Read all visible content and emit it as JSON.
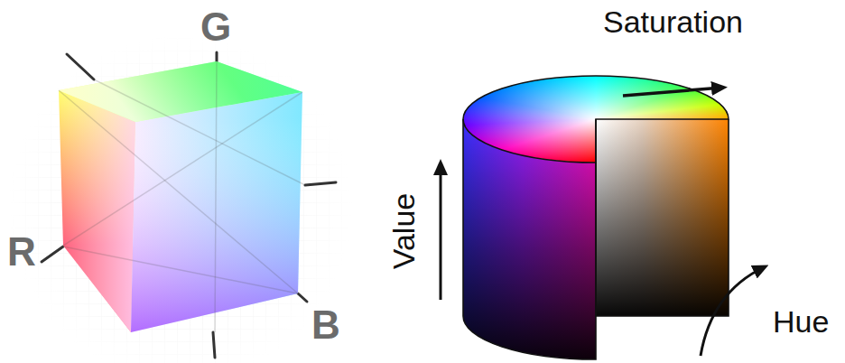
{
  "diagram": {
    "labels": [
      "G",
      "R",
      "B",
      "Saturation",
      "Value",
      "Hue"
    ]
  }
}
